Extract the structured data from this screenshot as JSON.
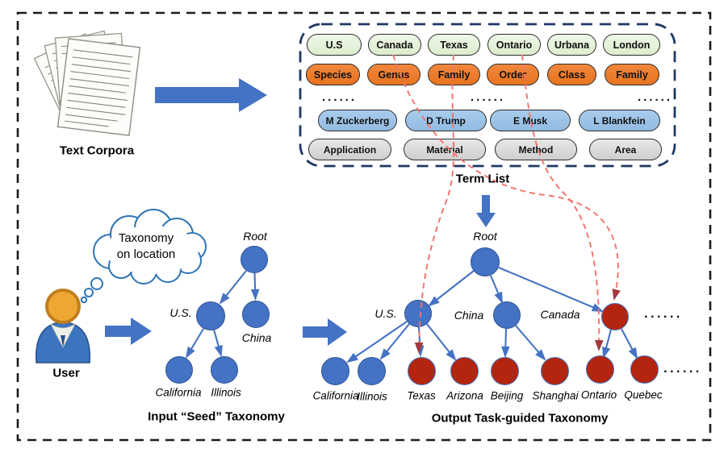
{
  "corpora": {
    "label": "Text Corpora"
  },
  "term_list": {
    "title": "Term List",
    "ellipsis": "......",
    "row1": [
      "U.S",
      "Canada",
      "Texas",
      "Ontario",
      "Urbana",
      "London"
    ],
    "row2": [
      "Species",
      "Genus",
      "Family",
      "Order",
      "Class",
      "Family"
    ],
    "row3": [
      "M Zuckerberg",
      "D Trump",
      "E Musk",
      "L Blankfein"
    ],
    "row4": [
      "Application",
      "Material",
      "Method",
      "Area"
    ]
  },
  "user": {
    "label": "User",
    "thought_line1": "Taxonomy",
    "thought_line2": "on location"
  },
  "seed": {
    "caption": "Input “Seed” Taxonomy",
    "root": "Root",
    "us": "U.S.",
    "china": "China",
    "california": "California",
    "illinois": "Illinois"
  },
  "output": {
    "caption": "Output Task-guided Taxonomy",
    "root": "Root",
    "us": "U.S.",
    "china": "China",
    "canada": "Canada",
    "leaves": [
      "California",
      "Illinois",
      "Texas",
      "Arizona",
      "Beijing",
      "Shanghai",
      "Ontario",
      "Quebec"
    ],
    "ellipsis_mid": "......",
    "ellipsis_leaf": "......"
  },
  "colors": {
    "node_blue": "#4472C4",
    "node_red": "#B3250F",
    "edge_blue": "#4472C4",
    "link_red": "#F3726B",
    "term_box_navy": "#1F3864",
    "pill_green": "#E2EFDA",
    "pill_orange": "#ED7D31",
    "pill_blue": "#9DC3E6",
    "pill_gray": "#D9D9D9"
  }
}
